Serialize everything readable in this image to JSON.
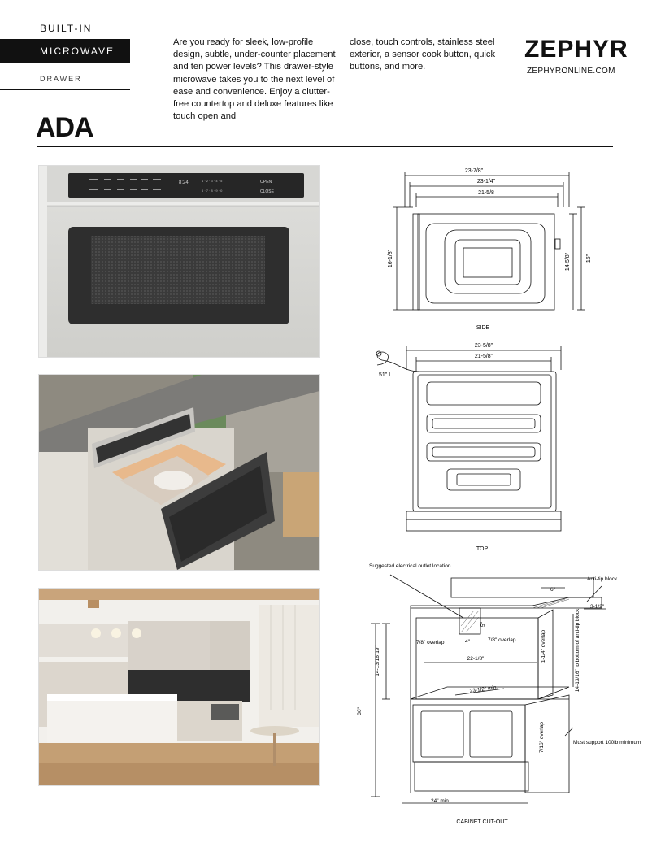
{
  "category": {
    "line1": "BUILT-IN",
    "line2": "MICROWAVE",
    "line3": "DRAWER"
  },
  "badge": "ADA",
  "description": {
    "col1": "Are you ready for sleek, low-profile design, subtle, under-counter placement and ten power levels? This drawer-style microwave takes you to the next level of ease and convenience. Enjoy a clutter-free countertop and deluxe features like touch open and",
    "col2": "close, touch controls, stainless steel exterior, a sensor cook button, quick buttons, and more."
  },
  "brand": {
    "logo": "ZEPHYR",
    "website": "ZEPHYRONLINE.COM"
  },
  "colors": {
    "text": "#111111",
    "stainless": "#c9c9c6",
    "panel": "#2b2b2b",
    "accent_black": "#111111"
  },
  "side_view": {
    "dim_top1": "23-7/8\"",
    "dim_top2": "23-1/4\"",
    "dim_top3": "21-5/8",
    "dim_left": "16-1/8\"",
    "dim_right1": "14-5/8\"",
    "dim_right2": "16\"",
    "caption": "SIDE"
  },
  "top_view": {
    "dim1": "23-5/8\"",
    "dim2": "21-5/8\"",
    "cord": "51\" L",
    "caption": "TOP"
  },
  "cutout": {
    "electrical": "Suggested electrical outlet location",
    "anti_tip": "Anti-tip block",
    "dim_6": "6\"",
    "dim_3_5": "3-1/2\"",
    "dim_left_height": "14-13/16\"19\"",
    "overlap_left": "7/8\" overlap",
    "overlap_right": "7/8\" overlap",
    "dim_4": "4\"",
    "dim_5": "5\"",
    "dim_22": "22-1/8\"",
    "dim_23": "23-1/2\" min.",
    "overlap_vert": "1-1/4\" overlap",
    "anti_tip_height": "14-13/16\" to bottom of anti-tip block",
    "overlap_bottom": "7/16\" overlap",
    "dim_36": "36\"",
    "support": "Must support 100lb minimum",
    "dim_24": "24\" min.",
    "caption": "CABINET CUT-OUT"
  },
  "control_panel": {
    "display": "8:24",
    "open": "OPEN",
    "close": "CLOSE"
  }
}
